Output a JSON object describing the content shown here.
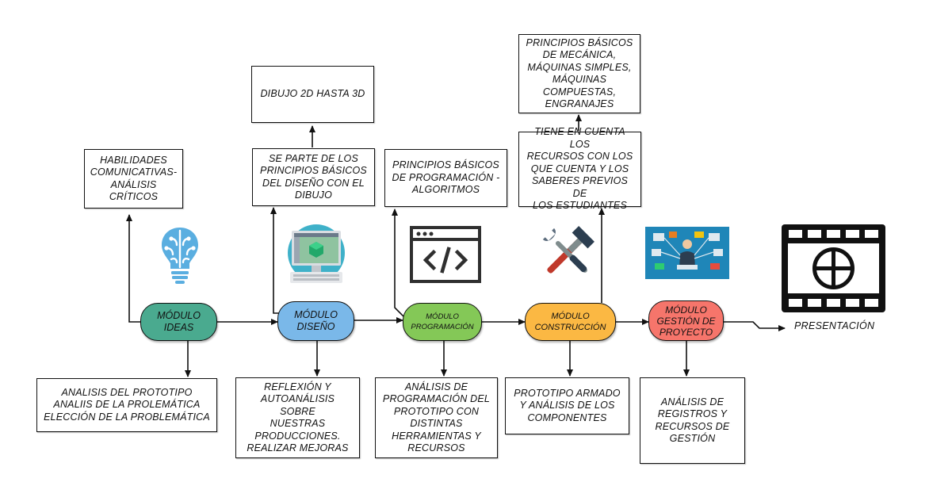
{
  "modules": [
    {
      "id": "ideas",
      "label": "MÓDULO\nIDEAS",
      "color": "#4aaa8f"
    },
    {
      "id": "diseno",
      "label": "MÓDULO\nDISEÑO",
      "color": "#7ab8e9"
    },
    {
      "id": "programacion",
      "label": "MÓDULO\nPROGRAMACIÓN",
      "color": "#84c857"
    },
    {
      "id": "construccion",
      "label": "MÓDULO\nCONSTRUCCIÓN",
      "color": "#fbb843"
    },
    {
      "id": "gestion",
      "label": "MÓDULO\nGESTIÓN DE\nPROYECTO",
      "color": "#f6756b"
    }
  ],
  "top_boxes": {
    "ideas": "HABILIDADES\nCOMUNICATIVAS-\nANÁLISIS CRÍTICOS",
    "diseno_lower": "SE PARTE DE LOS\nPRINCIPIOS BÁSICOS\nDEL DISEÑO CON EL\nDIBUJO",
    "diseno_upper": "DIBUJO 2D HASTA 3D",
    "programacion": "PRINCIPIOS BÁSICOS\nDE PROGRAMACIÓN -\nALGORITMOS",
    "construccion_lower": "TIENE EN CUENTA LOS\nRECURSOS CON LOS\nQUE CUENTA Y LOS\nSABERES PREVIOS DE\nLOS ESTUDIANTES",
    "construccion_upper": "PRINCIPIOS BÁSICOS\nDE MECÁNICA,\nMÁQUINAS SIMPLES,\nMÁQUINAS\nCOMPUESTAS,\nENGRANAJES"
  },
  "bottom_boxes": {
    "ideas": "ANALISIS DEL PROTOTIPO\nANALIIS DE LA PROLEMÁTICA\nELECCIÓN DE LA PROBLEMÁTICA",
    "diseno": "REFLEXIÓN Y\nAUTOANÁLISIS SOBRE\nNUESTRAS\nPRODUCCIONES.\nREALIZAR MEJORAS",
    "programacion": "ANÁLISIS DE\nPROGRAMACIÓN DEL\nPROTOTIPO CON\nDISTINTAS\nHERRAMIENTAS Y\nRECURSOS",
    "construccion": "PROTOTIPO ARMADO\nY ANÁLISIS DE LOS\nCOMPONENTES",
    "gestion": "ANÁLISIS DE\nREGISTROS Y\nRECURSOS DE\nGESTIÓN"
  },
  "final_label": "PRESENTACIÓN",
  "icons": [
    "brain-icon",
    "computer-design-icon",
    "code-window-icon",
    "tools-icon",
    "management-icon",
    "film-icon"
  ]
}
